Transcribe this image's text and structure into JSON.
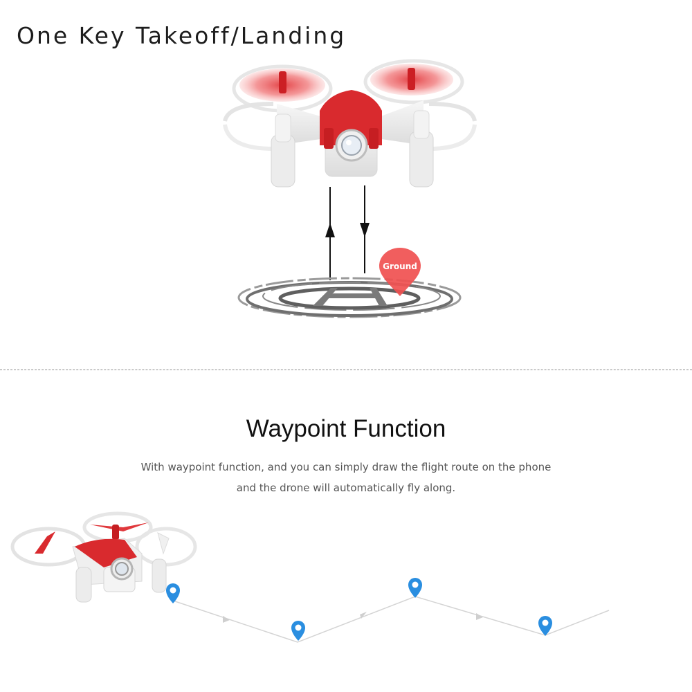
{
  "section_1": {
    "title": "One Key Takeoff/Landing",
    "marker_label": "Ground"
  },
  "section_2": {
    "title": "Waypoint Function",
    "description_line_1": "With waypoint function, and you can simply draw the flight route on the phone",
    "description_line_2": "and the drone will automatically fly along."
  },
  "colors": {
    "drone_red": "#d92a2e",
    "marker_red": "#f05050",
    "waypoint_blue": "#2a8ee0",
    "pad_gray": "#777777"
  },
  "icons": [
    "drone-image",
    "arrow-up-icon",
    "arrow-down-icon",
    "ground-marker-icon",
    "landing-pad",
    "waypoint-marker-icon"
  ]
}
